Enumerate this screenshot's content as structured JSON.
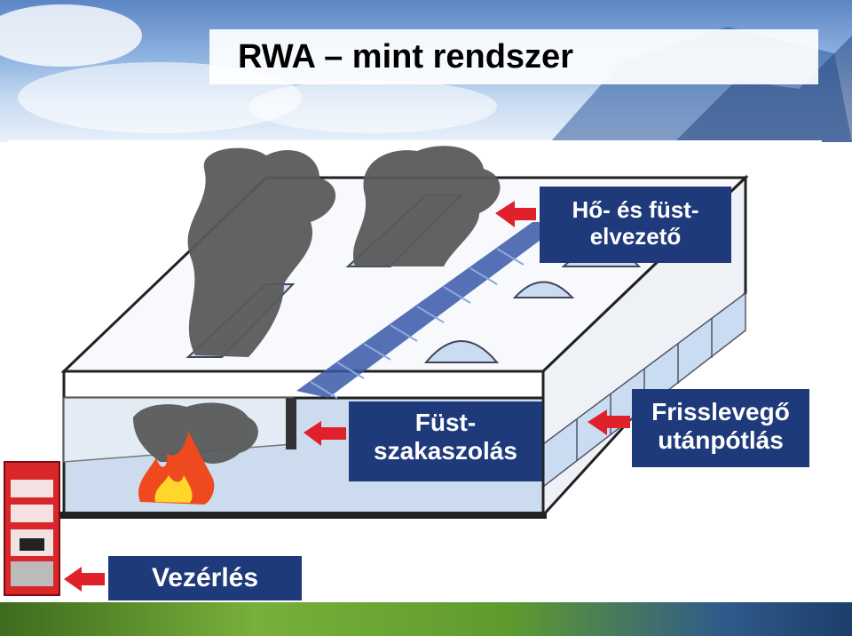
{
  "slide": {
    "title": "RWA – mint rendszer"
  },
  "labels": {
    "exhaust_line1": "Hő- és füst-",
    "exhaust_line2": "elvezető",
    "smoke_line1": "Füst-",
    "smoke_line2": "szakaszolás",
    "fresh_line1": "Frisslevegő",
    "fresh_line2": "utánpótlás",
    "control": "Vezérlés"
  },
  "colors": {
    "label_bg": "#1f3a7a",
    "label_text": "#ffffff",
    "arrow": "#e0202a",
    "smoke": "#5a5a5a",
    "glass": "#c9dcf2",
    "panel_red": "#d8262b"
  },
  "icons": [
    "arrow-right-icon",
    "flame-icon",
    "smoke-icon",
    "control-panel-icon"
  ]
}
